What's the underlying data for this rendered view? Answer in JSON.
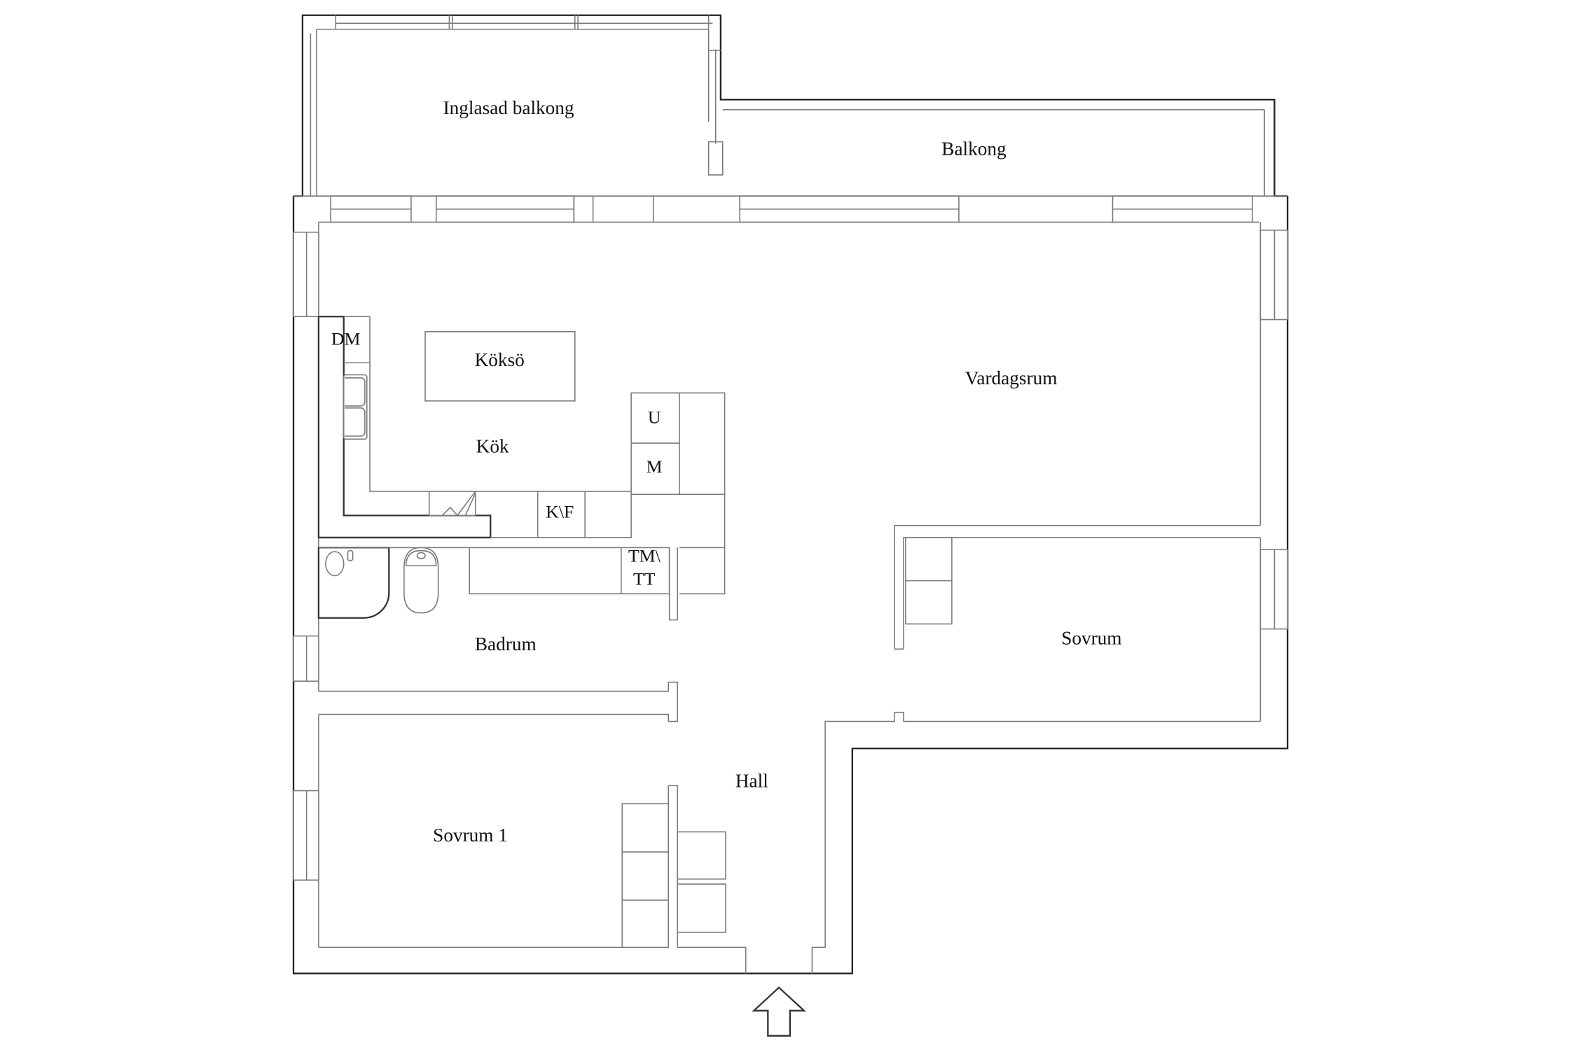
{
  "plan": {
    "colors": {
      "background": "#ffffff",
      "outer_wall": "#222222",
      "inner_line": "#7a7a7a",
      "label": "#111111"
    },
    "rooms": {
      "inglasad_balkong": "Inglasad balkong",
      "balkong": "Balkong",
      "vardagsrum": "Vardagsrum",
      "kok": "Kök",
      "koksO": "Köksö",
      "badrum": "Badrum",
      "sovrum": "Sovrum",
      "sovrum1": "Sovrum 1",
      "hall": "Hall"
    },
    "appliances": {
      "dm": "DM",
      "u": "U",
      "m": "M",
      "kf": "K\\F",
      "tm": "TM\\",
      "tt": "TT"
    },
    "entrance_icon": "entrance-arrow-up"
  }
}
